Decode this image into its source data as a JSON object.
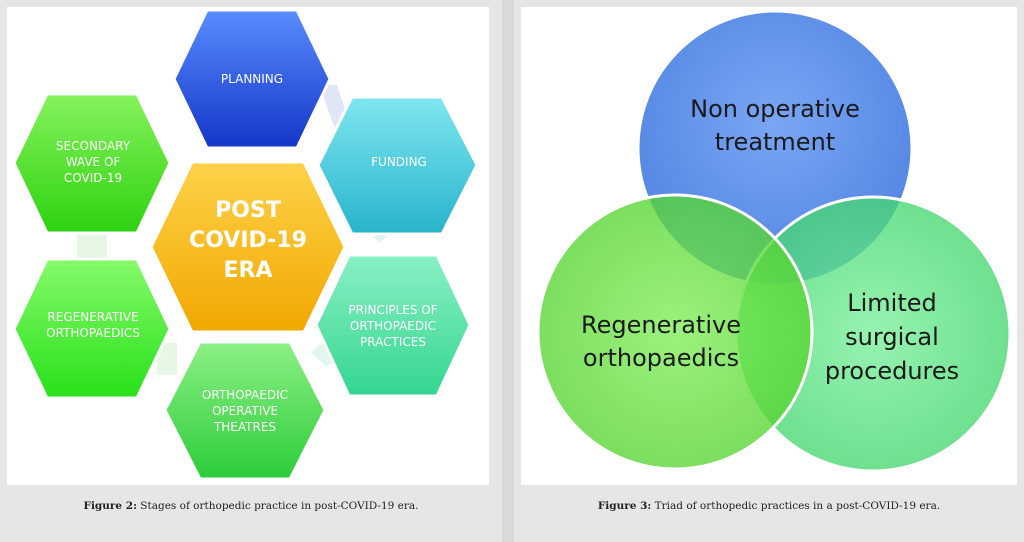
{
  "figure2": {
    "caption_label": "Figure 2:",
    "caption_text": " Stages of orthopedic practice in post-COVID-19 era.",
    "center": [
      "POST",
      "COVID-19",
      "ERA"
    ],
    "nodes": {
      "planning": [
        "PLANNING"
      ],
      "funding": [
        "FUNDING"
      ],
      "principles": [
        "PRINCIPLES OF",
        "ORTHOPAEDIC",
        "PRACTICES"
      ],
      "theatres": [
        "ORTHOPAEDIC",
        "OPERATIVE",
        "THEATRES"
      ],
      "regenerative": [
        "REGENERATIVE",
        "ORTHOPAEDICS"
      ],
      "secondary_wave": [
        "SECONDARY",
        "WAVE OF",
        "COVID-19"
      ]
    },
    "colors": {
      "planning": "#1f4fe0",
      "funding": "#3fc4d9",
      "principles": "#44e0a0",
      "theatres": "#3dd84a",
      "regenerative": "#3ef02a",
      "secondary_wave": "#3ee023",
      "center": "#f5b400"
    }
  },
  "figure3": {
    "caption_label": "Figure 3:",
    "caption_text": " Triad of orthopedic practices in a post-COVID-19 era.",
    "circles": {
      "non_operative": [
        "Non operative",
        "treatment"
      ],
      "regenerative": [
        "Regenerative",
        "orthopaedics"
      ],
      "limited_surgical": [
        "Limited",
        "surgical",
        "procedures"
      ]
    },
    "colors": {
      "non_operative": "#4f86e8",
      "regenerative": "#5fd93a",
      "limited_surgical": "#49d870"
    }
  }
}
